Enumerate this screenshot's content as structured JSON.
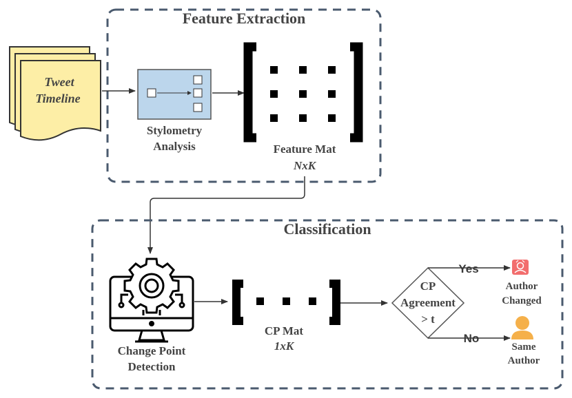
{
  "feature_extraction": {
    "title": "Feature Extraction",
    "input_doc": {
      "line1": "Tweet",
      "line2": "Timeline"
    },
    "stylometry": {
      "line1": "Stylometry",
      "line2": "Analysis"
    },
    "feature_mat": {
      "label": "Feature Mat",
      "dims": "NxK"
    }
  },
  "classification": {
    "title": "Classification",
    "change_point": {
      "line1": "Change Point",
      "line2": "Detection"
    },
    "cp_mat": {
      "label": "CP Mat",
      "dims": "1xK"
    },
    "decision": {
      "line1": "CP",
      "line2": "Agreement",
      "line3": "> t"
    },
    "yes_label": "Yes",
    "no_label": "No",
    "author_changed": {
      "line1": "Author",
      "line2": "Changed"
    },
    "same_author": {
      "line1": "Same",
      "line2": "Author"
    }
  },
  "colors": {
    "dashed_border": "#4a5a6e",
    "doc_fill": "#fdeea6",
    "stylometry_fill": "#bcd6ec",
    "author_changed_icon": "#f26d6d",
    "same_author_icon": "#f5b04a",
    "arrow": "#333333"
  },
  "icons": [
    "document-stack-icon",
    "stylometry-box-icon",
    "computer-gear-icon",
    "author-changed-icon",
    "person-icon"
  ]
}
